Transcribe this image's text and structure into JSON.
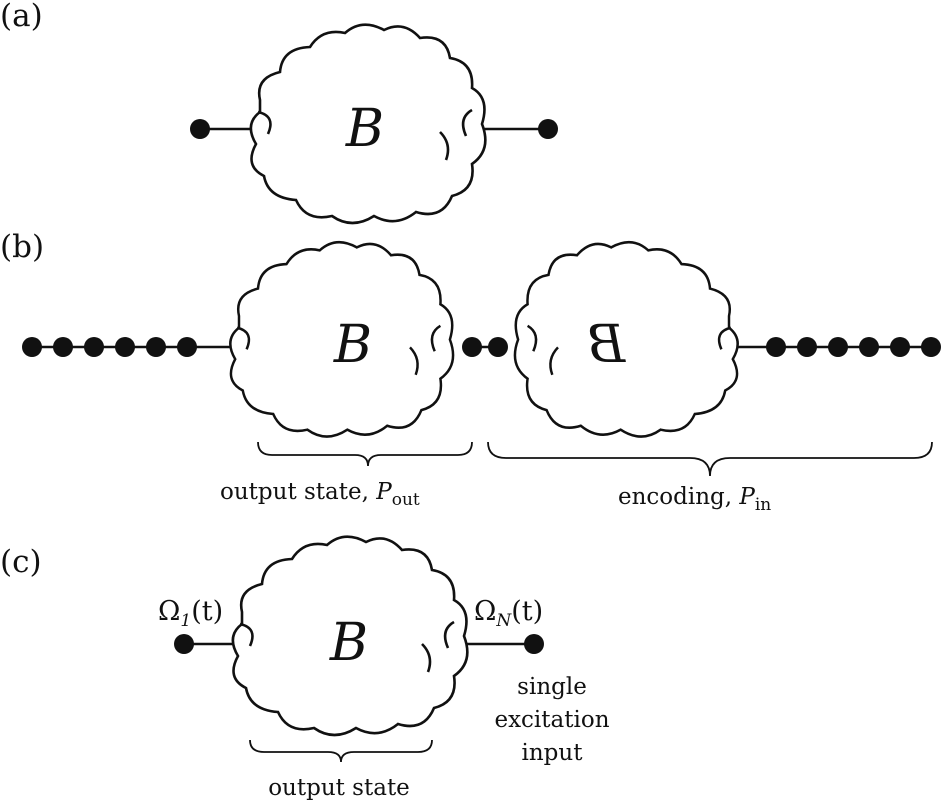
{
  "panels": {
    "a": {
      "label": "(a)",
      "cloud_label": "B"
    },
    "b": {
      "label": "(b)",
      "left_cloud_label": "B",
      "right_cloud_label": "B",
      "brace_left_text": "output state, ",
      "brace_left_var": "P",
      "brace_left_sub": "out",
      "brace_right_text": "encoding, ",
      "brace_right_var": "P",
      "brace_right_sub": "in"
    },
    "c": {
      "label": "(c)",
      "cloud_label": "B",
      "omega_symbol": "Ω",
      "omega_left_sub": "1",
      "omega_right_sub": "N",
      "omega_arg": "(t)",
      "input_note": [
        "single",
        "excitation",
        "input"
      ],
      "brace_text": "output state"
    }
  },
  "colors": {
    "ink": "#111111",
    "background": "#ffffff"
  }
}
